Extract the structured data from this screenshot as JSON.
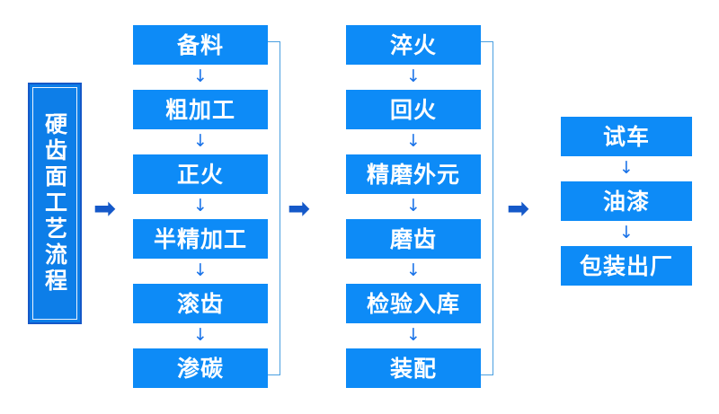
{
  "diagram": {
    "title_vertical": "硬齿面工艺流程",
    "colors": {
      "box_fill": "#0d8bf7",
      "title_fill": "#0d7ee8",
      "title_border": "#1558c8",
      "title_inner_border": "#eaf3fd",
      "text": "#ffffff",
      "arrow": "#1a73e8",
      "stage_arrow": "#1559c9",
      "bracket": "#4a9fe0",
      "background": "#ffffff"
    },
    "stage_arrows": [
      {
        "glyph": "➡",
        "name": "stage-arrow-1"
      },
      {
        "glyph": "➡",
        "name": "stage-arrow-2"
      },
      {
        "glyph": "➡",
        "name": "stage-arrow-3"
      }
    ],
    "down_arrow_glyph": "↓",
    "columns": [
      {
        "id": "column-1",
        "steps": [
          {
            "label": "备料"
          },
          {
            "label": "粗加工"
          },
          {
            "label": "正火"
          },
          {
            "label": "半精加工"
          },
          {
            "label": "滚齿"
          },
          {
            "label": "渗碳"
          }
        ]
      },
      {
        "id": "column-2",
        "steps": [
          {
            "label": "淬火"
          },
          {
            "label": "回火"
          },
          {
            "label": "精磨外元"
          },
          {
            "label": "磨齿"
          },
          {
            "label": "检验入库"
          },
          {
            "label": "装配"
          }
        ]
      },
      {
        "id": "column-3",
        "steps": [
          {
            "label": "试车"
          },
          {
            "label": "油漆"
          },
          {
            "label": "包装出厂"
          }
        ]
      }
    ]
  }
}
